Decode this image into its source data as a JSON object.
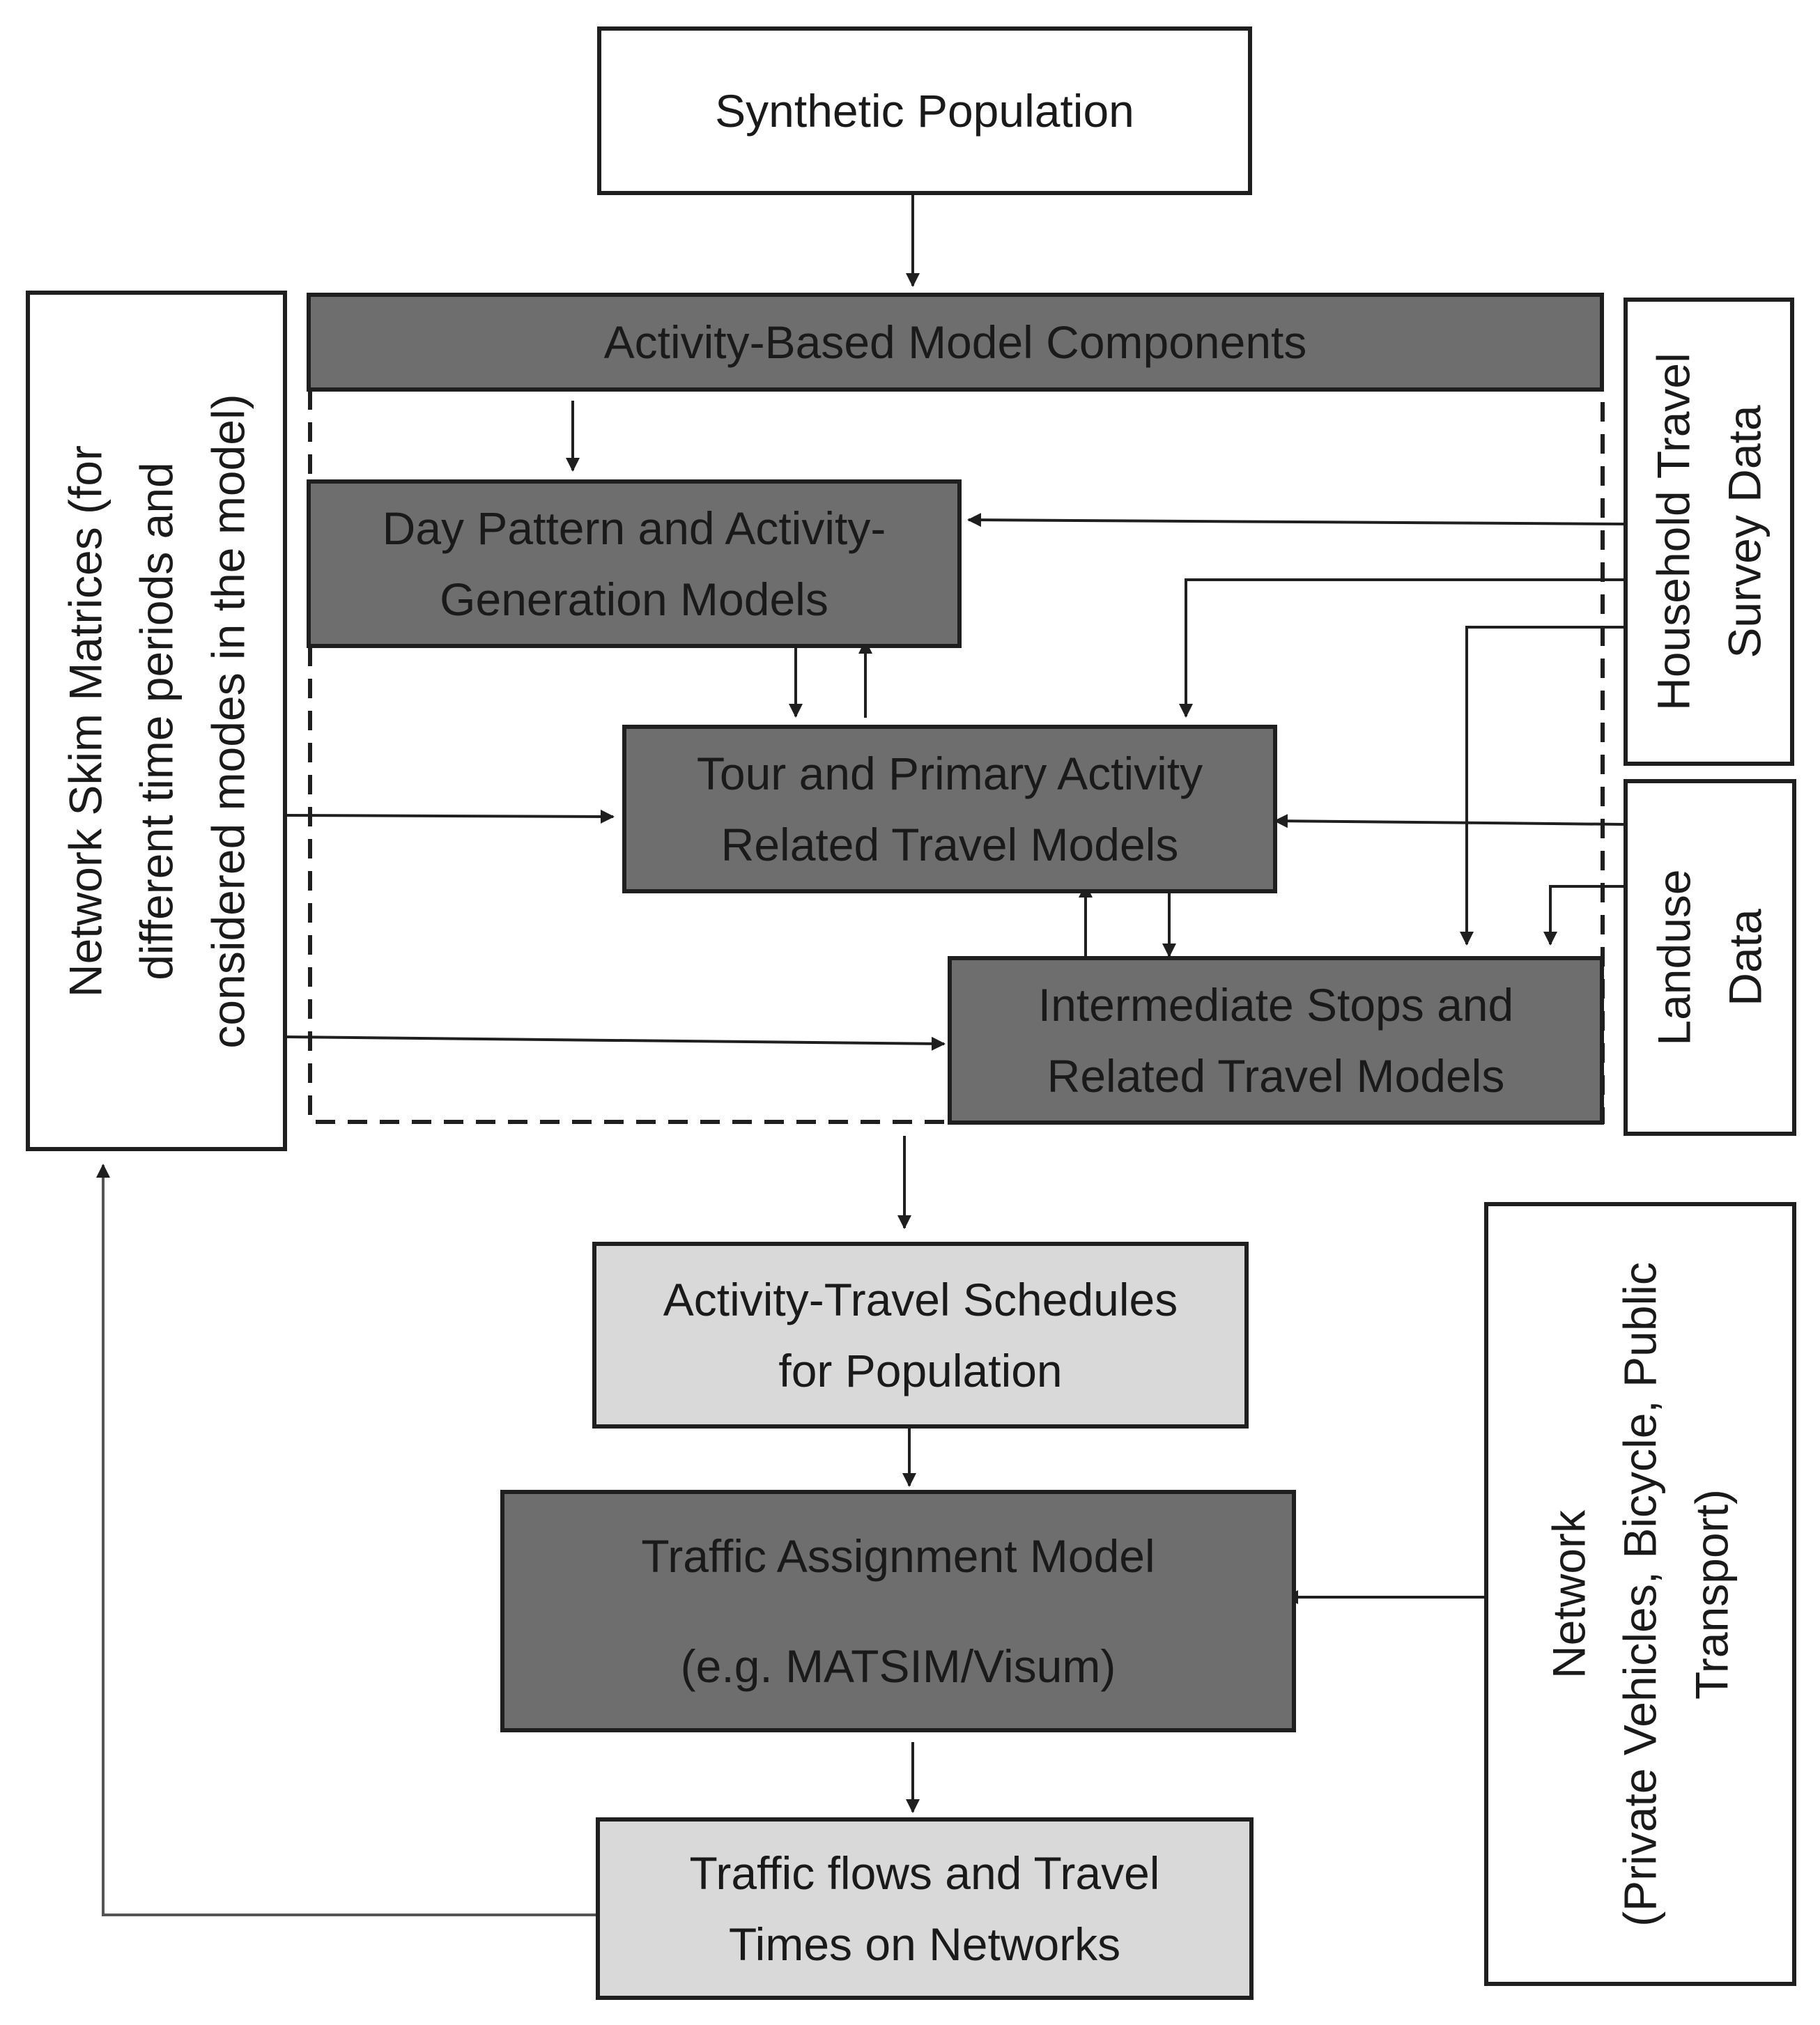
{
  "nodes": {
    "synthetic_population": "Synthetic Population",
    "abm_components": "Activity-Based Model Components",
    "day_pattern": [
      "Day Pattern and Activity-",
      "Generation Models"
    ],
    "tour_primary": [
      "Tour and Primary Activity",
      "Related Travel Models"
    ],
    "intermediate_stops": [
      "Intermediate Stops and",
      "Related Travel Models"
    ],
    "schedules": [
      "Activity-Travel Schedules",
      "for Population"
    ],
    "traffic_assignment": [
      "Traffic Assignment Model",
      "(e.g. MATSIM/Visum)"
    ],
    "traffic_flows": [
      "Traffic flows and Travel",
      "Times on Networks"
    ],
    "network_skim": [
      "Network Skim Matrices (for",
      "different time periods and",
      "considered modes in the model)"
    ],
    "household_survey": [
      "Household Travel",
      "Survey Data"
    ],
    "landuse": [
      "Landuse",
      "Data"
    ],
    "network": [
      "Network",
      "(Private Vehicles, Bicycle, Public",
      "Transport)"
    ]
  },
  "colors": {
    "dark_fill": "#6e6e6e",
    "light_fill": "#d9d9d9",
    "line": "#1f1f1f"
  }
}
